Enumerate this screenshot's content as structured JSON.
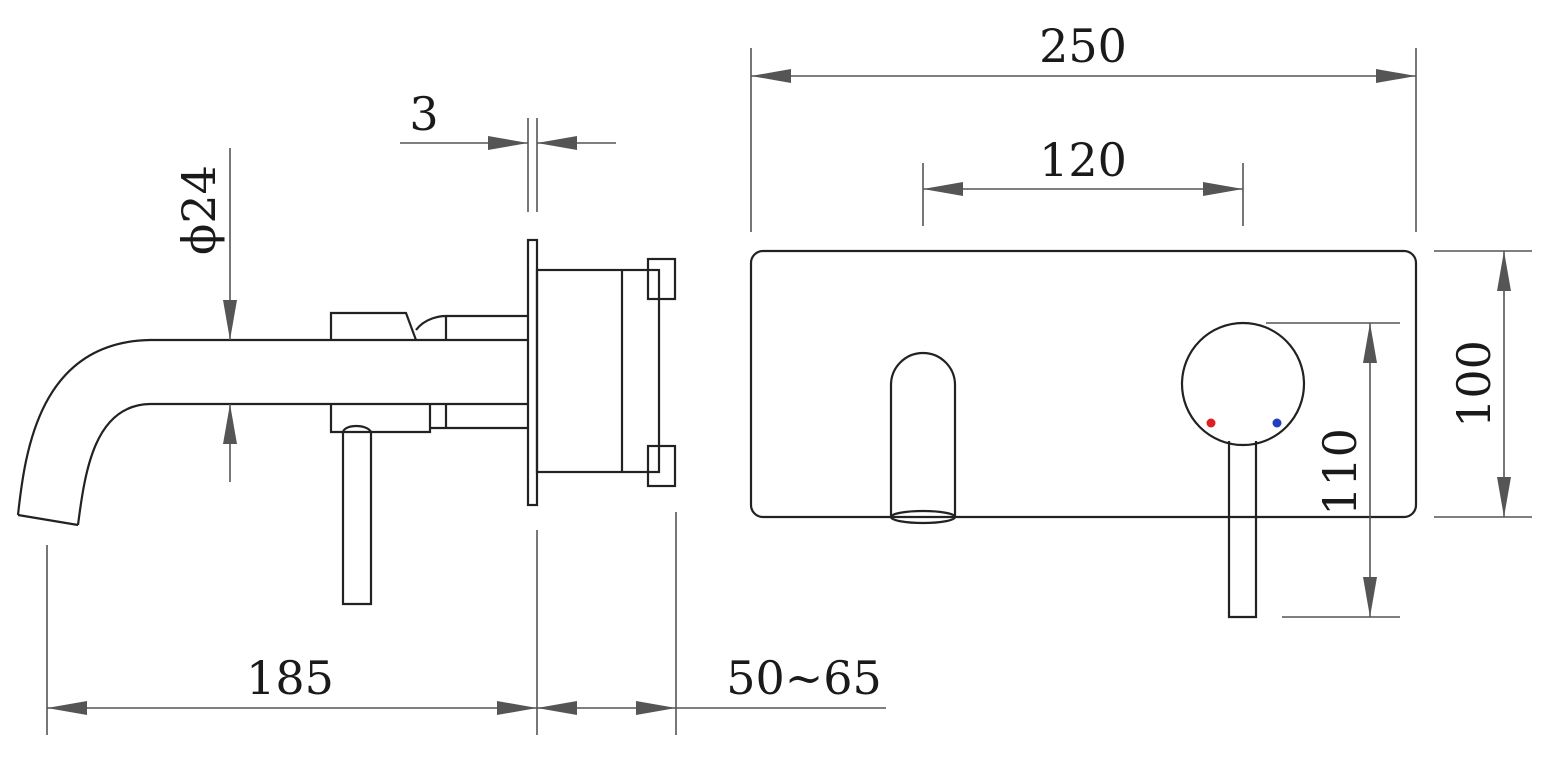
{
  "dimensions": {
    "side_view": {
      "pipe_diameter": "ϕ24",
      "plate_thickness": "3",
      "spout_projection": "185",
      "wall_depth": "50~65"
    },
    "front_view": {
      "plate_width": "250",
      "spout_handle_spacing": "120",
      "plate_height": "100",
      "handle_height": "110"
    }
  },
  "colors": {
    "line": "#222222",
    "dimension_line": "#555555",
    "hot_indicator": "#e02020",
    "cold_indicator": "#2040c0"
  }
}
